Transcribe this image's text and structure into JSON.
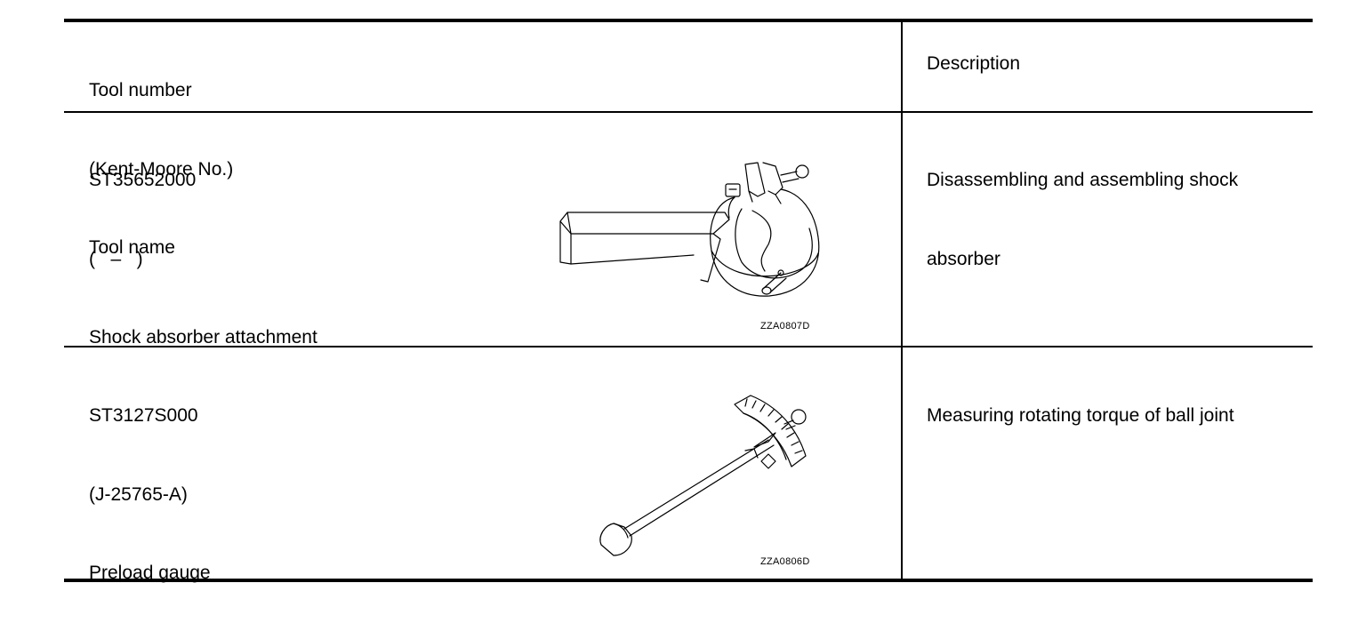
{
  "header": {
    "tool_col": [
      "Tool number",
      "(Kent-Moore No.)",
      "Tool name"
    ],
    "description": "Description"
  },
  "rows": [
    {
      "tool_number": "ST35652000",
      "kent_moore_no": "(   –   )",
      "tool_name": "Shock absorber attachment",
      "figure_code": "ZZA0807D",
      "figure_icon": "shock-absorber-attachment-illustration",
      "description": [
        "Disassembling and assembling shock",
        "absorber"
      ]
    },
    {
      "tool_number": "ST3127S000",
      "kent_moore_no": "(J-25765-A)",
      "tool_name": "Preload gauge",
      "figure_code": "ZZA0806D",
      "figure_icon": "preload-gauge-illustration",
      "description": [
        "Measuring rotating torque of ball joint"
      ]
    }
  ]
}
